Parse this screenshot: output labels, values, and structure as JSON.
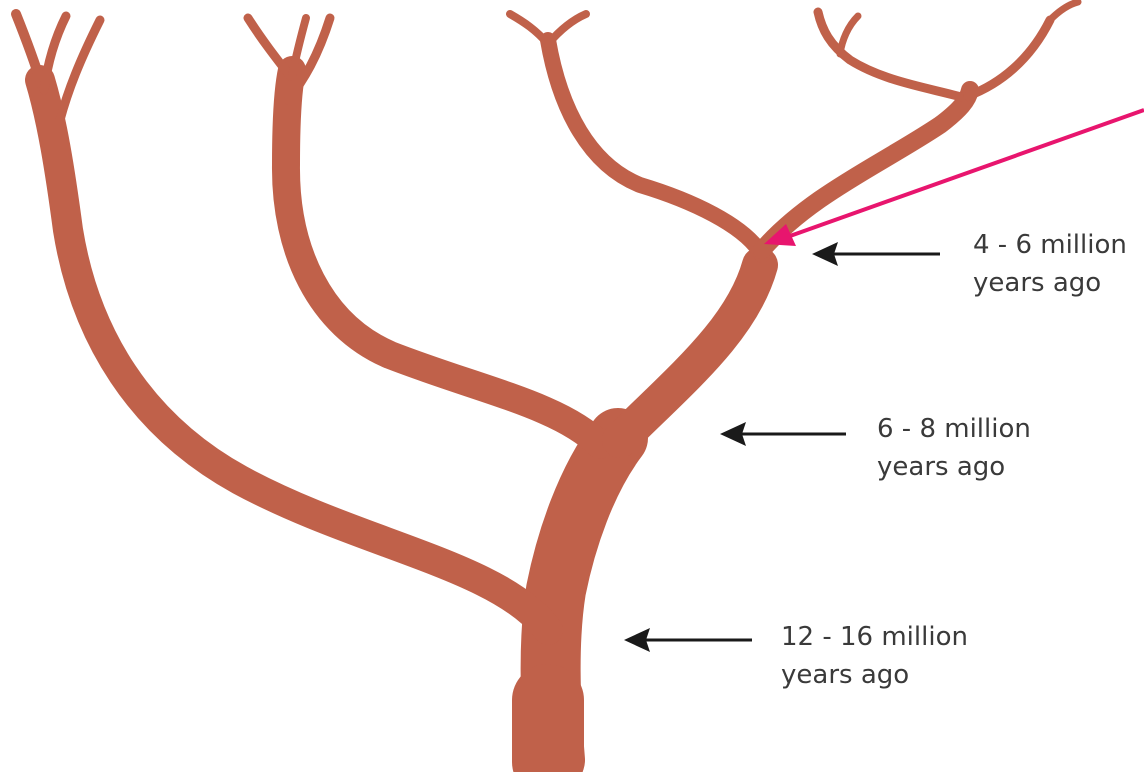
{
  "colors": {
    "branch": "#c0614a",
    "timeline_arrow": "#1a1a1a",
    "pointer_arrow": "#e8156e",
    "label_text": "#3a3a3a"
  },
  "labels": [
    {
      "line1": "4 - 6 million",
      "line2": "years ago"
    },
    {
      "line1": "6 - 8 million",
      "line2": "years ago"
    },
    {
      "line1": "12 - 16 million",
      "line2": "years ago"
    }
  ]
}
